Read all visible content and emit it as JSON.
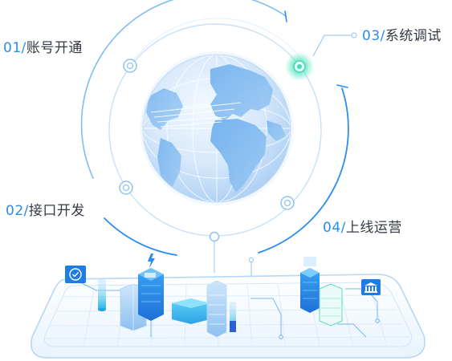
{
  "steps": [
    {
      "num": "01/",
      "text": "账号开通"
    },
    {
      "num": "02/",
      "text": "接口开发"
    },
    {
      "num": "03/",
      "text": "系统调试"
    },
    {
      "num": "04/",
      "text": "上线运营"
    }
  ],
  "icons": {
    "left_badge": "shield-check-icon",
    "right_badge": "bank-icon",
    "tower_bolt": "lightning-icon"
  },
  "colors": {
    "accent": "#2b8cf0",
    "accent_glow": "#4de6c4",
    "text_dark": "#333a45",
    "line": "#8cc4f4"
  }
}
